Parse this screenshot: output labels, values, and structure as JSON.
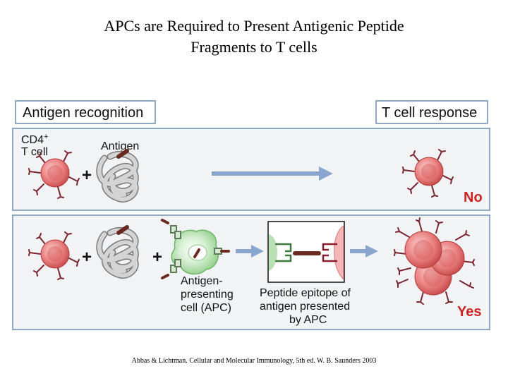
{
  "title": {
    "line1": "APCs are Required to Present Antigenic Peptide",
    "line2": "Fragments to T cells"
  },
  "headers": {
    "left": "Antigen recognition",
    "right": "T cell response"
  },
  "row1": {
    "cell_label_line1": "CD4",
    "cell_label_sup": "+",
    "cell_label_line2": "T cell",
    "antigen_label": "Antigen",
    "plus": "+",
    "result": "No"
  },
  "row2": {
    "plus1": "+",
    "plus2": "+",
    "apc_label_line1": "Antigen-",
    "apc_label_line2": "presenting",
    "apc_label_line3": "cell (APC)",
    "epitope_label_line1": "Peptide epitope of",
    "epitope_label_line2": "antigen presented",
    "epitope_label_line3": "by APC",
    "result": "Yes"
  },
  "citation": "Abbas & Lichtman. Cellular and Molecular Immunology, 5th ed. W. B. Saunders 2003",
  "colors": {
    "panel_border": "#8fa7c3",
    "panel_fill": "#f2f3f5",
    "tcell": "#e36b6b",
    "tcell_light": "#f6b3b3",
    "receptor": "#7a2530",
    "antigen": "#c7c7c7",
    "antigen_dark": "#7a7a7a",
    "apc": "#9fd59a",
    "arrow": "#8aa6cf",
    "result_red": "#cc2222"
  }
}
